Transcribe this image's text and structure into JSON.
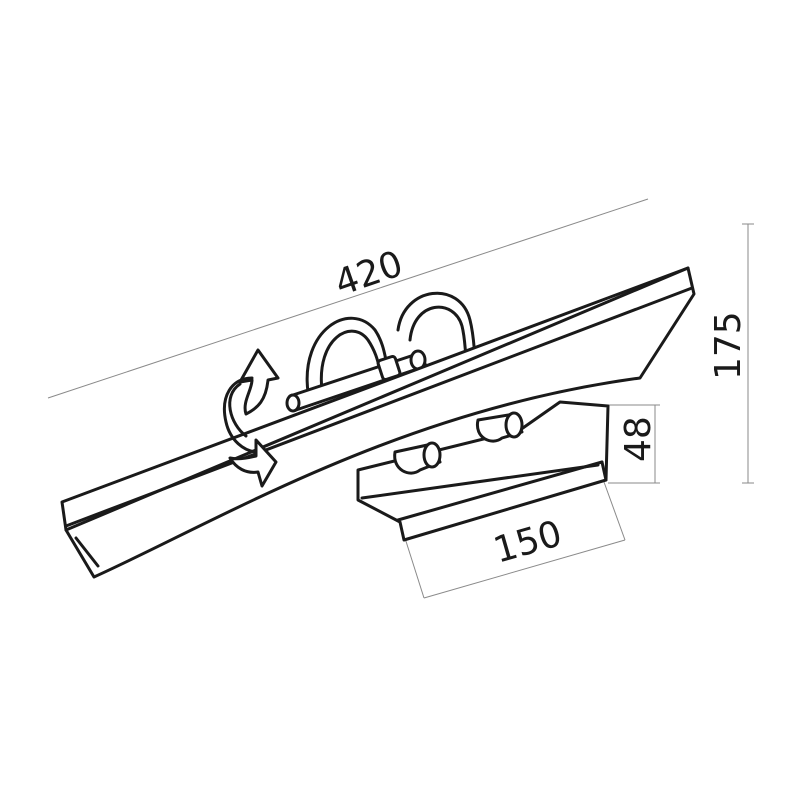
{
  "dimensions": {
    "length": "420",
    "height": "175",
    "base_depth": "48",
    "base_width": "150"
  },
  "colors": {
    "line": "#1a1a1a",
    "dimension_line": "#8a8a8a",
    "background": "#ffffff"
  },
  "icons": {
    "rotation": "rotate-arrow-icon"
  }
}
